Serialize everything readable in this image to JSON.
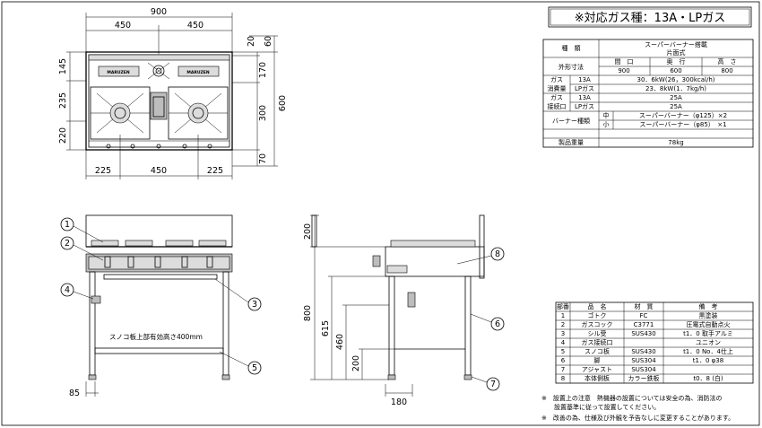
{
  "title": "※対応ガス種：13A・LPガス",
  "brand": "MARUZEN",
  "top_dims": {
    "overall_width": "900",
    "left_half": "450",
    "right_half": "450",
    "bottom_left": "225",
    "bottom_mid": "450",
    "bottom_right": "225",
    "left_1": "145",
    "left_2": "235",
    "left_3": "220",
    "right_1": "20",
    "right_2": "60",
    "right_3": "170",
    "right_4": "300",
    "right_5": "70",
    "depth": "600"
  },
  "front_dims": {
    "foot": "85"
  },
  "side_dims": {
    "backguard": "200",
    "height": "800",
    "h615": "615",
    "h460": "460",
    "h200": "200",
    "d180": "180"
  },
  "front_note": "スノコ板上部有効高さ400mm",
  "callouts": [
    "1",
    "2",
    "3",
    "4",
    "5",
    "6",
    "7",
    "8"
  ],
  "spec": {
    "rows": [
      {
        "label": "種　類",
        "values": [
          "スーパーバーナー搭載",
          "片面式"
        ]
      },
      {
        "label": "外形寸法",
        "cols": [
          "間　口",
          "奥　行",
          "高　さ"
        ],
        "nums": [
          "900",
          "600",
          "800"
        ]
      },
      {
        "label": "ガス 13A",
        "value": "30．6kW(26，300kcal/h)"
      },
      {
        "label": "消費量 LPガス",
        "value": "23．8kW(1．7kg/h)"
      },
      {
        "label": "ガス 13A",
        "value": "25A"
      },
      {
        "label": "接続口 LPガス",
        "value": "25A"
      },
      {
        "label": "バーナー種類",
        "sub": [
          [
            "中",
            "スーパーバーナー（φ125）×2"
          ],
          [
            "小",
            "スーパーバーナー（φ85）　×1"
          ]
        ]
      },
      {
        "label": "製品重量",
        "value": "78kg"
      }
    ],
    "labels": {
      "kind": "種　類",
      "dims": "外形寸法",
      "gas": "ガス",
      "consume": "消費量",
      "connect": "接続口",
      "g13a": "13A",
      "lpg": "LPガス",
      "burner": "バーナー種類",
      "mid": "中",
      "small": "小",
      "weight": "製品重量"
    }
  },
  "parts": {
    "headers": [
      "部番",
      "品　名",
      "材　質",
      "備　考"
    ],
    "rows": [
      [
        "1",
        "ゴトク",
        "FC",
        "黒塗装"
      ],
      [
        "2",
        "ガスコック",
        "C3771",
        "圧電式自動点火"
      ],
      [
        "3",
        "シル受",
        "SUS430",
        "t1．0 取手アルミ"
      ],
      [
        "4",
        "ガス接続口",
        "",
        "ユニオン"
      ],
      [
        "5",
        "スノコ板",
        "SUS430",
        "t1．0 No．4仕上"
      ],
      [
        "6",
        "脚",
        "SUS304",
        "t1．0 φ38"
      ],
      [
        "7",
        "アジャスト",
        "SUS304",
        ""
      ],
      [
        "8",
        "本体側板",
        "カラー鉄板",
        "t0．8 (白)"
      ]
    ]
  },
  "notes": [
    "※　設置上の注意　熱機器の設置については安全の為、消防法の",
    "　　設置基準に従って設置してください。",
    "※　改善の為、仕様及び外観を予告なしに変更することがあります。"
  ]
}
